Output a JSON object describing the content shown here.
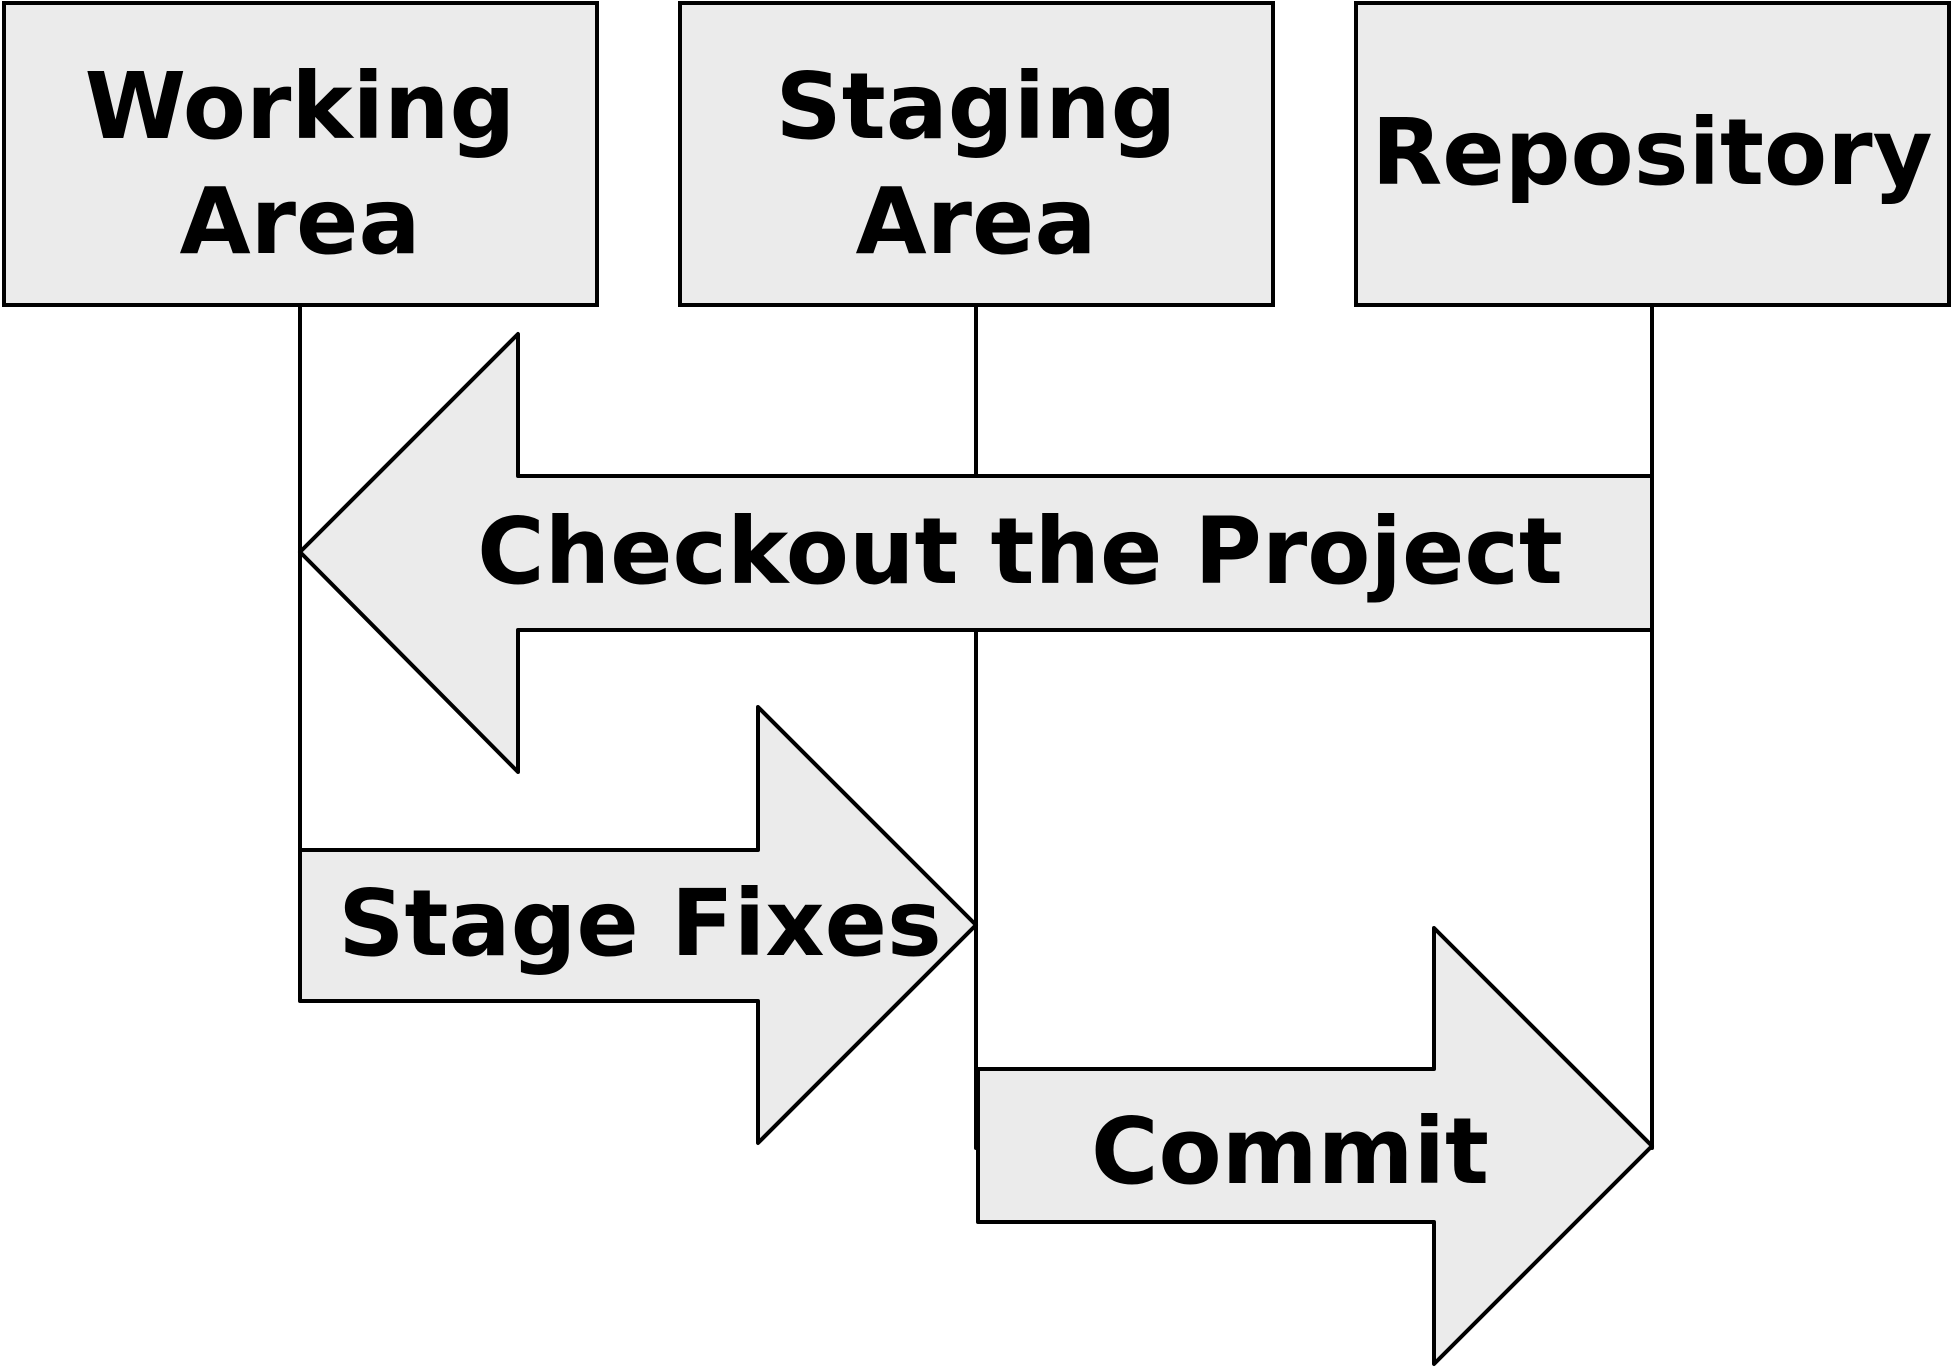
{
  "colors": {
    "fill": "#ebebeb",
    "stroke": "#000000",
    "background": "#ffffff"
  },
  "areas": {
    "working": {
      "line1": "Working",
      "line2": "Area"
    },
    "staging": {
      "line1": "Staging",
      "line2": "Area"
    },
    "repository": {
      "label": "Repository"
    }
  },
  "arrows": {
    "checkout": {
      "label": "Checkout the Project",
      "direction": "left",
      "from": "Repository",
      "to": "Working Area"
    },
    "stage": {
      "label": "Stage Fixes",
      "direction": "right",
      "from": "Working Area",
      "to": "Staging Area"
    },
    "commit": {
      "label": "Commit",
      "direction": "right",
      "from": "Staging Area",
      "to": "Repository"
    }
  }
}
